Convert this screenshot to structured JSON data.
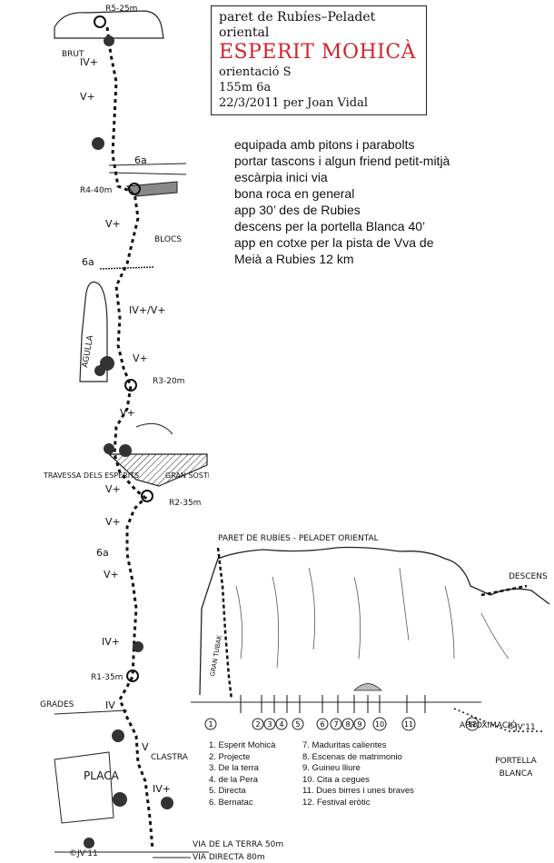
{
  "title_box": {
    "wall": "paret de Rubíes–Peladet oriental",
    "route": "ESPERIT MOHICÀ",
    "orientation": "orientació S",
    "length_grade": "155m 6a",
    "first_ascent": "22/3/2011 per Joan Vidal"
  },
  "notes": [
    "equipada amb pitons i parabolts",
    "portar tascons i algun friend petit-mitjà",
    "escàrpia inici via",
    "bona roca en general",
    "app 30’ des de Rubies",
    "descens per la portella Blanca 40’",
    "app en cotxe per la pista de Vva de",
    "Meià a Rubies 12 km"
  ],
  "topo": {
    "belays": [
      "R5-25m",
      "R4-40m",
      "R3-20m",
      "R2-35m",
      "R1-35m"
    ],
    "grades": [
      "IV+",
      "V+",
      "6a",
      "V+",
      "6a",
      "IV+/V+",
      "V+",
      "V+",
      "V+",
      "V+",
      "6a",
      "V+",
      "IV+",
      "IV",
      "V",
      "IV+"
    ],
    "features": [
      "BRUT",
      "BLOCS",
      "AGULLA",
      "TRAVESSA DELS ESPERITS",
      "GRAN SOSTRE",
      "GRADES",
      "PLACA",
      "CLASTRA"
    ],
    "bottom_notes": [
      "VIA DE LA TERRA 50m",
      "VIA DIRECTA 80m"
    ],
    "signature": "©JV'11"
  },
  "panorama": {
    "title": "PARET DE RUBÍES - PELADET ORIENTAL",
    "descens": "DESCENS",
    "aproximacio": "APROXIMACIÓ",
    "portella": [
      "PORTELLA",
      "BLANCA"
    ],
    "gran_tubak": "GRAN TUBAK",
    "signature": "©JV'11",
    "route_numbers": [
      "1",
      "2",
      "3",
      "4",
      "5",
      "6",
      "7",
      "8",
      "9",
      "10",
      "11",
      "12"
    ]
  },
  "legend": [
    "1. Esperit Mohicà",
    "2. Projecte",
    "3. De la terra",
    "4. de la Pera",
    "5. Directa",
    "6. Bernatac",
    "7. Maduritas calientes",
    "8. Escenas de matrimonio",
    "9. Guineu lliure",
    "10. Cita a cegues",
    "11. Dues birres i unes braves",
    "12. Festival eròtic"
  ]
}
